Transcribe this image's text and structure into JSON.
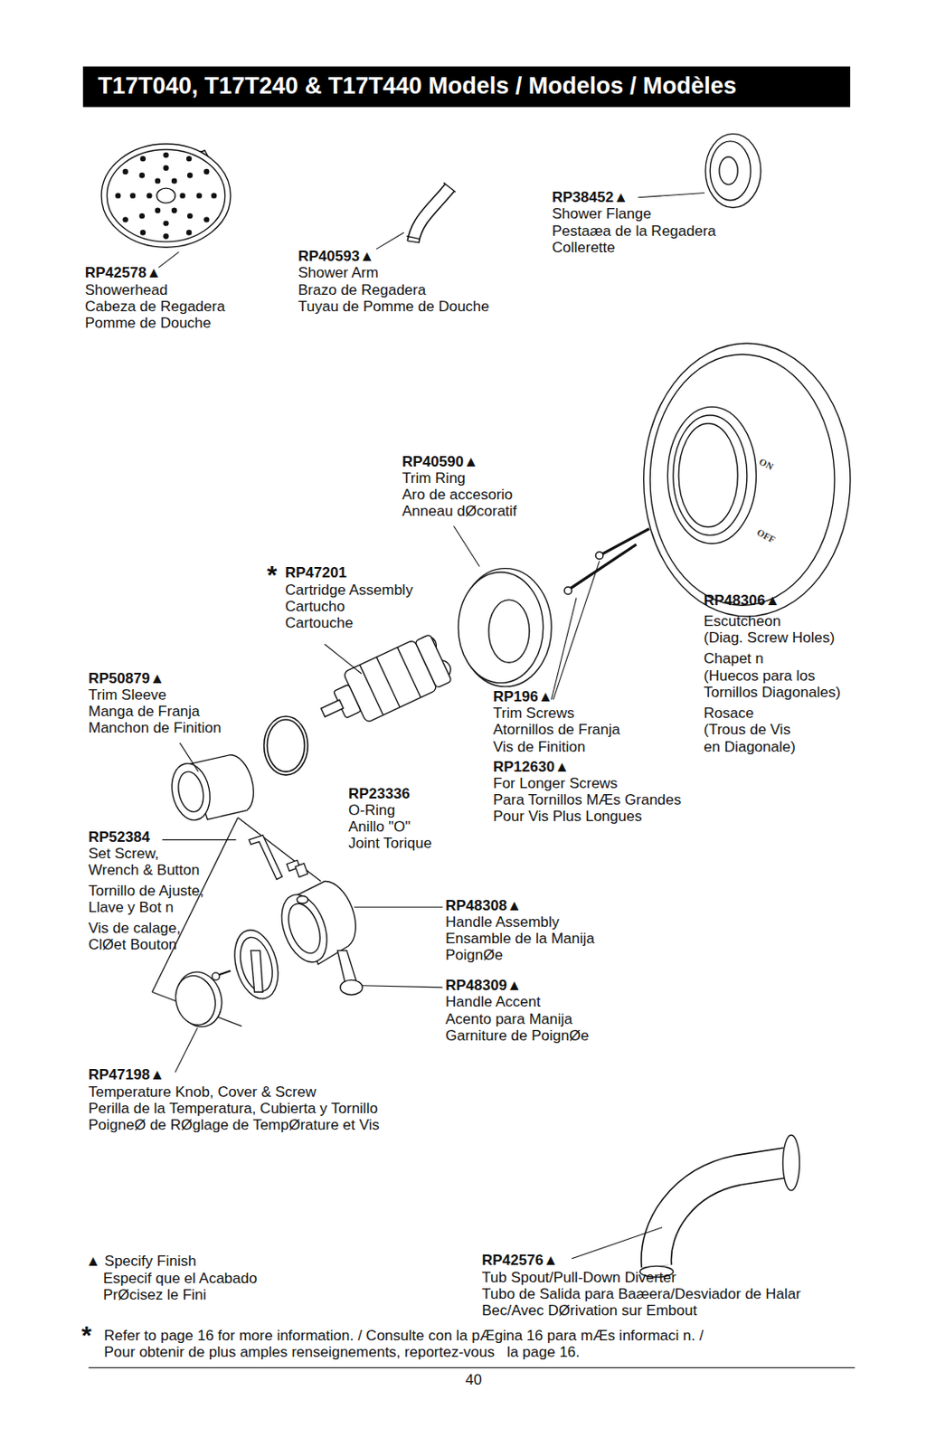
{
  "diagram": {
    "title": "T17T040, T17T240 & T17T440 Models / Modelos / Modèles",
    "labels": [
      "RP38452▲",
      "Shower Flange",
      "Pestaæa de la Regadera",
      "Collerette",
      "RP40593▲",
      "Shower Arm",
      "Brazo de Regadera",
      "Tuyau de Pomme de Douche",
      "RP42578▲",
      "Showerhead",
      "Cabeza de Regadera",
      "Pomme de Douche",
      "RP40590▲",
      "Trim Ring",
      "Aro de accesorio",
      "Anneau dØcoratif",
      "*",
      "RP47201",
      "Cartridge Assembly",
      "Cartucho",
      "Cartouche",
      "ON",
      "OFF",
      "RP48306▲",
      "Escutcheon",
      "(Diag. Screw Holes)",
      "Chapet n",
      "(Huecos para los",
      "Tornillos Diagonales)",
      "Rosace",
      "(Trous de Vis",
      "en Diagonale)",
      "RP50879▲",
      "Trim Sleeve",
      "Manga de Franja",
      "Manchon de Finition",
      "RP196▲",
      "Trim Screws",
      "Atornillos de Franja",
      "Vis de Finition",
      "RP12630▲",
      "For Longer Screws",
      "Para Tornillos MÆs Grandes",
      "Pour Vis Plus Longues",
      "RP23336",
      "O-Ring",
      "Anillo \"O\"",
      "Joint Torique",
      "RP52384",
      "Set Screw,",
      "Wrench & Button",
      "Tornillo de Ajuste,",
      "Llave y Bot n",
      "Vis de calage,",
      "ClØet Bouton",
      "RP48308▲",
      "Handle Assembly",
      "Ensamble de la Manija",
      "PoignØe",
      "RP48309▲",
      "Handle Accent",
      "Acento para Manija",
      "Garniture de PoignØe",
      "RP47198▲",
      "Temperature Knob, Cover & Screw",
      "Perilla de la Temperatura, Cubierta y Tornillo",
      "PoigneØ de RØglage de TempØrature et Vis",
      "▲ Specify Finish",
      "Especif que el Acabado",
      "PrØcisez le Fini",
      "RP42576▲",
      "Tub Spout/Pull-Down Diverter",
      "Tubo de Salida para Baæera/Desviador de Halar",
      "Bec/Avec DØrivation sur Embout",
      "*",
      "Refer to page 16 for more information. / Consulte con la pÆgina 16 para mÆs informaci n. /",
      "Pour obtenir de plus amples renseignements, reportez-vous   la page 16.",
      "40"
    ]
  }
}
